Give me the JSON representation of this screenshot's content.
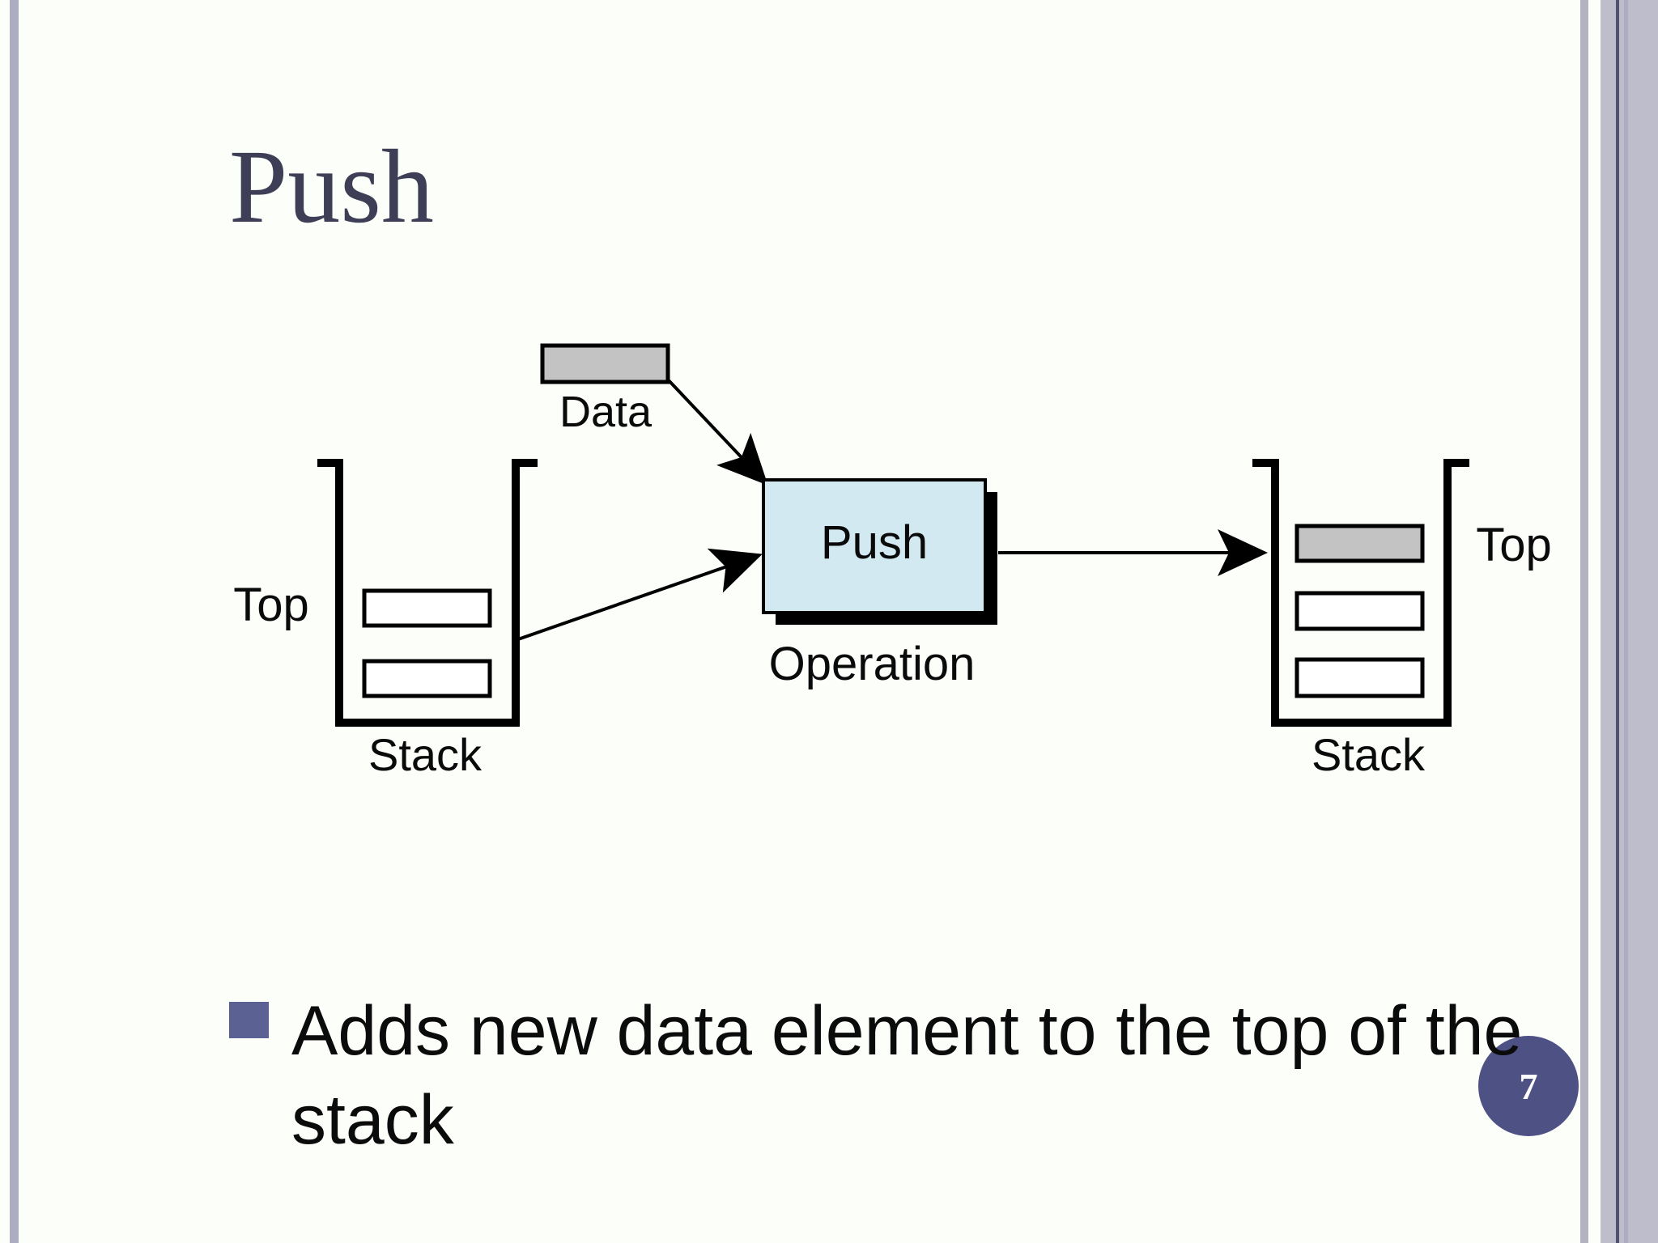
{
  "slide": {
    "title": "Push",
    "page_number": "7",
    "bullet_text": "Adds new data element to the top of the stack",
    "diagram": {
      "data_box_label": "Data",
      "push_box_label": "Push",
      "operation_label": "Operation",
      "left_stack": {
        "top_label": "Top",
        "label": "Stack",
        "slots": 2,
        "filled_slots": 0
      },
      "right_stack": {
        "top_label": "Top",
        "label": "Stack",
        "slots": 3,
        "filled_slots": 1
      }
    },
    "colors": {
      "background": "#fcfefa",
      "title_text": "#3e3e56",
      "bullet_marker": "#5c6194",
      "page_badge": "#4d5184",
      "push_box_fill": "#d2e9f2",
      "data_element_fill": "#c3c3c3",
      "border_stripe": "#adadc2",
      "border_stripe_dark": "#50506f",
      "diagram_stroke": "#000000"
    }
  }
}
